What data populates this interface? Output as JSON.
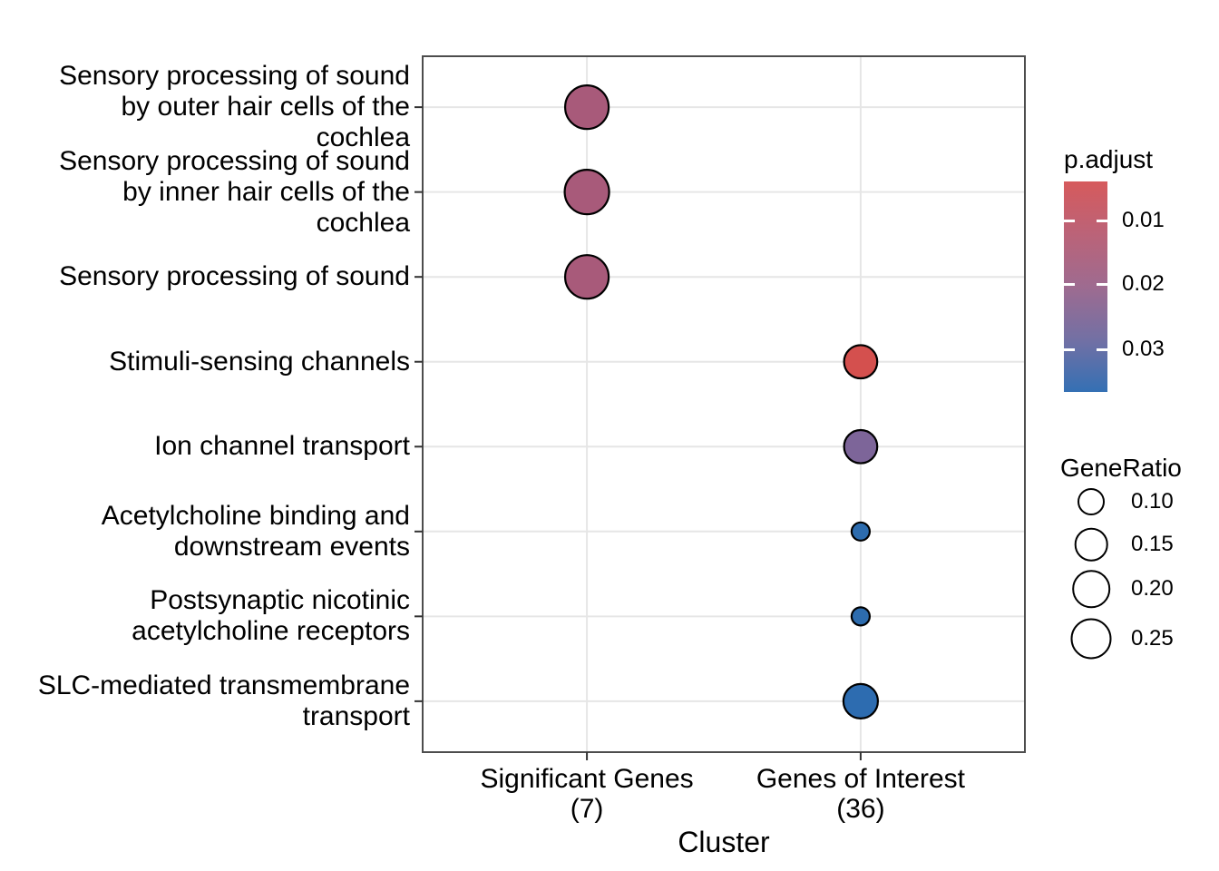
{
  "chart_data": {
    "type": "scatter",
    "variant": "enrichment-dotplot",
    "title": "",
    "xlabel": "Cluster",
    "ylabel": "",
    "grid": true,
    "legend_position": "right",
    "x_categories": [
      {
        "name": "Significant Genes (7)",
        "label_lines": [
          "Significant Genes",
          "(7)"
        ]
      },
      {
        "name": "Genes of Interest (36)",
        "label_lines": [
          "Genes of Interest",
          "(36)"
        ]
      }
    ],
    "y_categories": [
      {
        "name": "Sensory processing of sound by outer hair cells of the cochlea",
        "label_lines": [
          "Sensory processing of sound",
          "by outer hair cells of the",
          "cochlea"
        ]
      },
      {
        "name": "Sensory processing of sound by inner hair cells of the cochlea",
        "label_lines": [
          "Sensory processing of sound",
          "by inner hair cells of the",
          "cochlea"
        ]
      },
      {
        "name": "Sensory processing of sound",
        "label_lines": [
          "Sensory processing of sound"
        ]
      },
      {
        "name": "Stimuli-sensing channels",
        "label_lines": [
          "Stimuli-sensing channels"
        ]
      },
      {
        "name": "Ion channel transport",
        "label_lines": [
          "Ion channel transport"
        ]
      },
      {
        "name": "Acetylcholine binding and downstream events",
        "label_lines": [
          "Acetylcholine binding and",
          "downstream events"
        ]
      },
      {
        "name": "Postsynaptic nicotinic acetylcholine receptors",
        "label_lines": [
          "Postsynaptic nicotinic",
          "acetylcholine receptors"
        ]
      },
      {
        "name": "SLC-mediated transmembrane transport",
        "label_lines": [
          "SLC-mediated transmembrane",
          "transport"
        ]
      }
    ],
    "points": [
      {
        "col": 0,
        "row": 0,
        "cluster": "Significant Genes (7)",
        "pathway": "Sensory processing of sound by outer hair cells of the cochlea",
        "p_adjust_est": 0.017,
        "gene_ratio_est": 0.29,
        "radius_px": 24,
        "color": "#A85A7A"
      },
      {
        "col": 0,
        "row": 1,
        "cluster": "Significant Genes (7)",
        "pathway": "Sensory processing of sound by inner hair cells of the cochlea",
        "p_adjust_est": 0.017,
        "gene_ratio_est": 0.29,
        "radius_px": 24.5,
        "color": "#A85A7A"
      },
      {
        "col": 0,
        "row": 2,
        "cluster": "Significant Genes (7)",
        "pathway": "Sensory processing of sound",
        "p_adjust_est": 0.017,
        "gene_ratio_est": 0.29,
        "radius_px": 24,
        "color": "#A85A7A"
      },
      {
        "col": 1,
        "row": 3,
        "cluster": "Genes of Interest (36)",
        "pathway": "Stimuli-sensing channels",
        "p_adjust_est": 0.005,
        "gene_ratio_est": 0.14,
        "radius_px": 18.3,
        "color": "#D4504E"
      },
      {
        "col": 1,
        "row": 4,
        "cluster": "Genes of Interest (36)",
        "pathway": "Ion channel transport",
        "p_adjust_est": 0.022,
        "gene_ratio_est": 0.14,
        "radius_px": 18.3,
        "color": "#7D6599"
      },
      {
        "col": 1,
        "row": 5,
        "cluster": "Genes of Interest (36)",
        "pathway": "Acetylcholine binding and downstream events",
        "p_adjust_est": 0.035,
        "gene_ratio_est": 0.05,
        "radius_px": 10,
        "color": "#2D6CAE"
      },
      {
        "col": 1,
        "row": 6,
        "cluster": "Genes of Interest (36)",
        "pathway": "Postsynaptic nicotinic acetylcholine receptors",
        "p_adjust_est": 0.035,
        "gene_ratio_est": 0.05,
        "radius_px": 10,
        "color": "#2D6CAE"
      },
      {
        "col": 1,
        "row": 7,
        "cluster": "Genes of Interest (36)",
        "pathway": "SLC-mediated transmembrane transport",
        "p_adjust_est": 0.035,
        "gene_ratio_est": 0.17,
        "radius_px": 19,
        "color": "#2D6CB0"
      }
    ],
    "color_legend": {
      "title": "p.adjust",
      "tick_labels": [
        "0.01",
        "0.02",
        "0.03"
      ],
      "range_est": [
        0.004,
        0.037
      ],
      "gradient_stops": [
        "#D65A5C",
        "#BB6378",
        "#9E6B90",
        "#7370A4",
        "#3470B4"
      ]
    },
    "size_legend": {
      "title": "GeneRatio",
      "items": [
        {
          "label": "0.10",
          "radius_px": 15
        },
        {
          "label": "0.15",
          "radius_px": 18.3
        },
        {
          "label": "0.20",
          "radius_px": 20.8
        },
        {
          "label": "0.25",
          "radius_px": 22.5
        }
      ]
    },
    "style": {
      "grid_color": "#E6E6E6",
      "panel_border_color": "#4D4D4D",
      "tick_color": "#333333",
      "point_stroke": "#000000",
      "background": "#FFFFFF"
    }
  }
}
